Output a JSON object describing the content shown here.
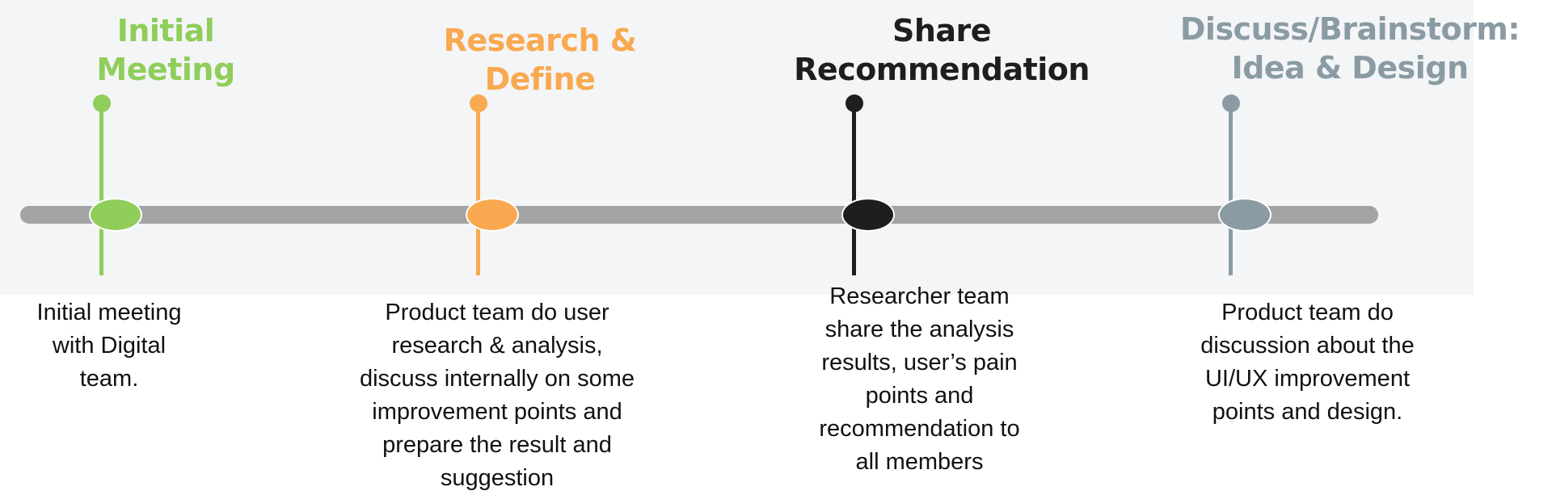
{
  "colors": {
    "step1": "#8fce5a",
    "step2": "#f9a94f",
    "step3": "#1e1e1e",
    "step4": "#8a9ba3",
    "track": "#a3a3a3"
  },
  "steps": [
    {
      "title": "Initial\nMeeting",
      "description": "Initial meeting\nwith Digital\nteam."
    },
    {
      "title": "Research &\nDefine",
      "description": "Product team do user\nresearch & analysis,\ndiscuss internally on some\nimprovement points and\nprepare the result and\nsuggestion"
    },
    {
      "title": "Share\nRecommendation",
      "description": "Researcher team\nshare the analysis\nresults, user’s pain\npoints and\nrecommendation to\nall members"
    },
    {
      "title": "Discuss/Brainstorm:\nIdea & Design",
      "description": "Product team do\ndiscussion about the\nUI/UX improvement\npoints and design."
    }
  ]
}
